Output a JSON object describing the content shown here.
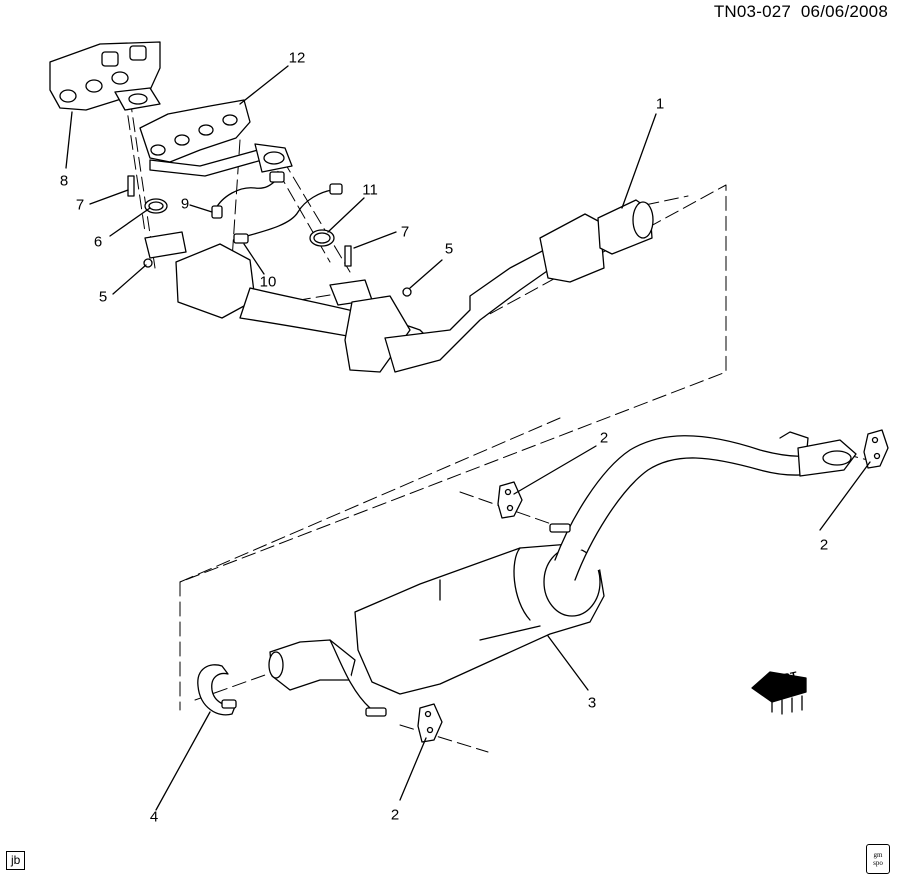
{
  "header": {
    "id": "TN03-027",
    "date": "06/06/2008"
  },
  "callouts": {
    "c1": "1",
    "c2a": "2",
    "c2b": "2",
    "c2c": "2",
    "c3": "3",
    "c4": "4",
    "c5a": "5",
    "c5b": "5",
    "c6": "6",
    "c7a": "7",
    "c7b": "7",
    "c8": "8",
    "c9": "9",
    "c10": "10",
    "c11": "11",
    "c12": "12"
  },
  "footer": {
    "tag": "jb",
    "logo_top": "gm",
    "logo_bottom": "spo"
  },
  "direction": {
    "label": "FRT"
  }
}
